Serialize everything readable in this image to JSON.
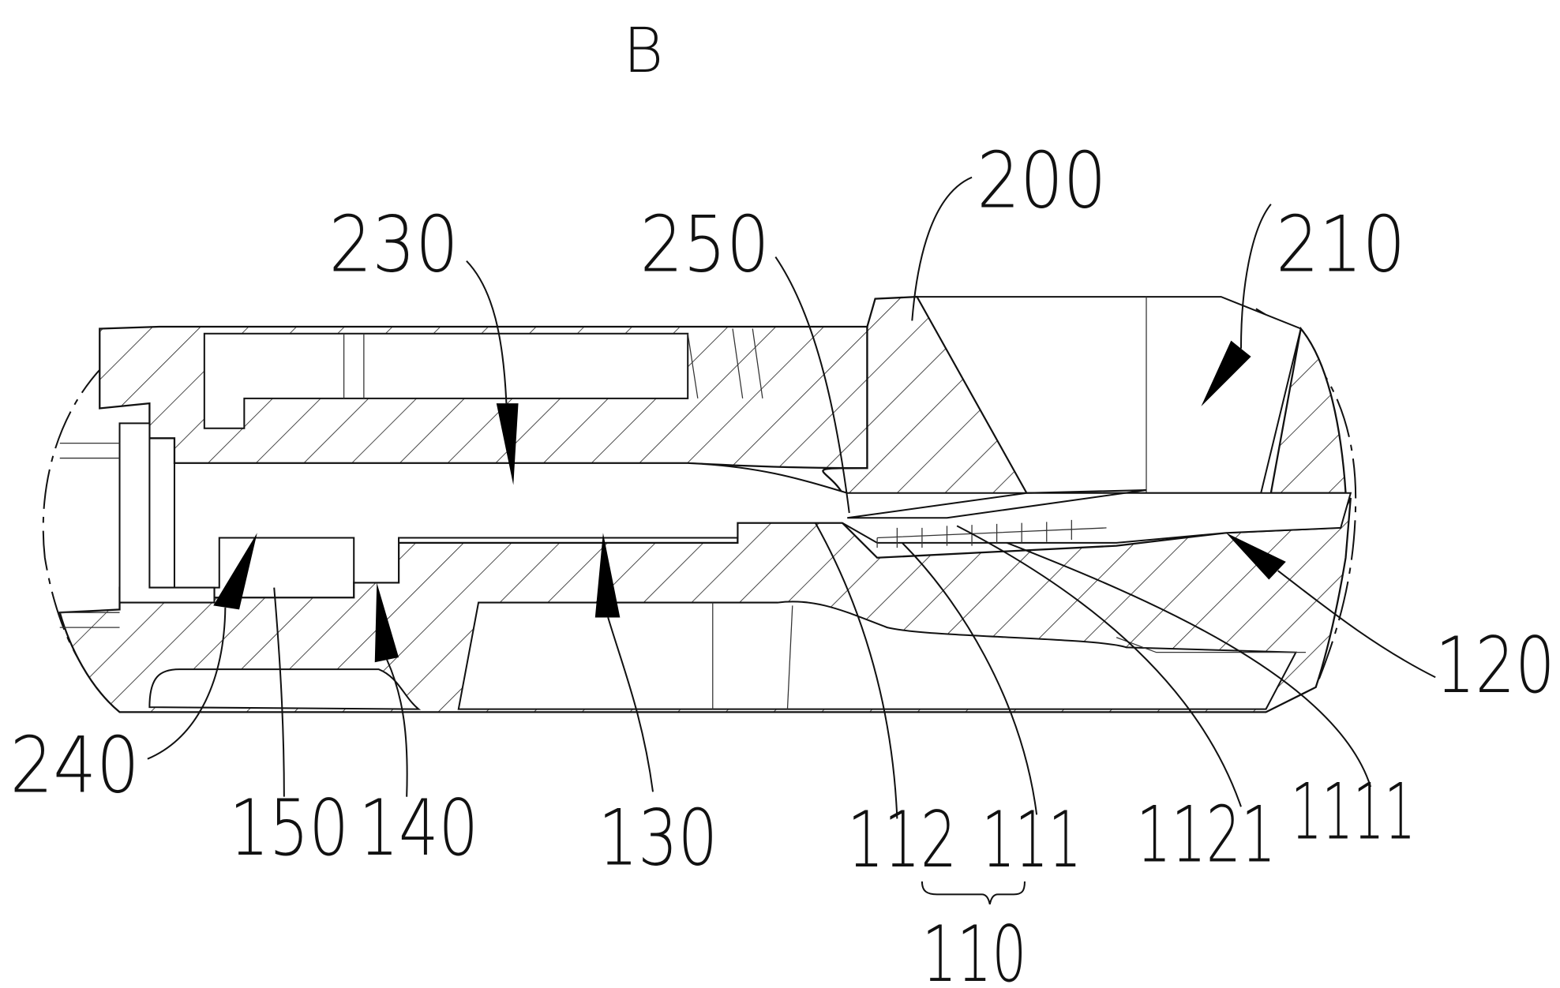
{
  "figure": {
    "view_label": "B",
    "labels": {
      "l200": "200",
      "l210": "210",
      "l230": "230",
      "l250": "250",
      "l120": "120",
      "l240": "240",
      "l150": "150",
      "l140": "140",
      "l130": "130",
      "l112": "112",
      "l111": "111",
      "l1121": "1121",
      "l1111": "1111",
      "l110": "110"
    }
  }
}
